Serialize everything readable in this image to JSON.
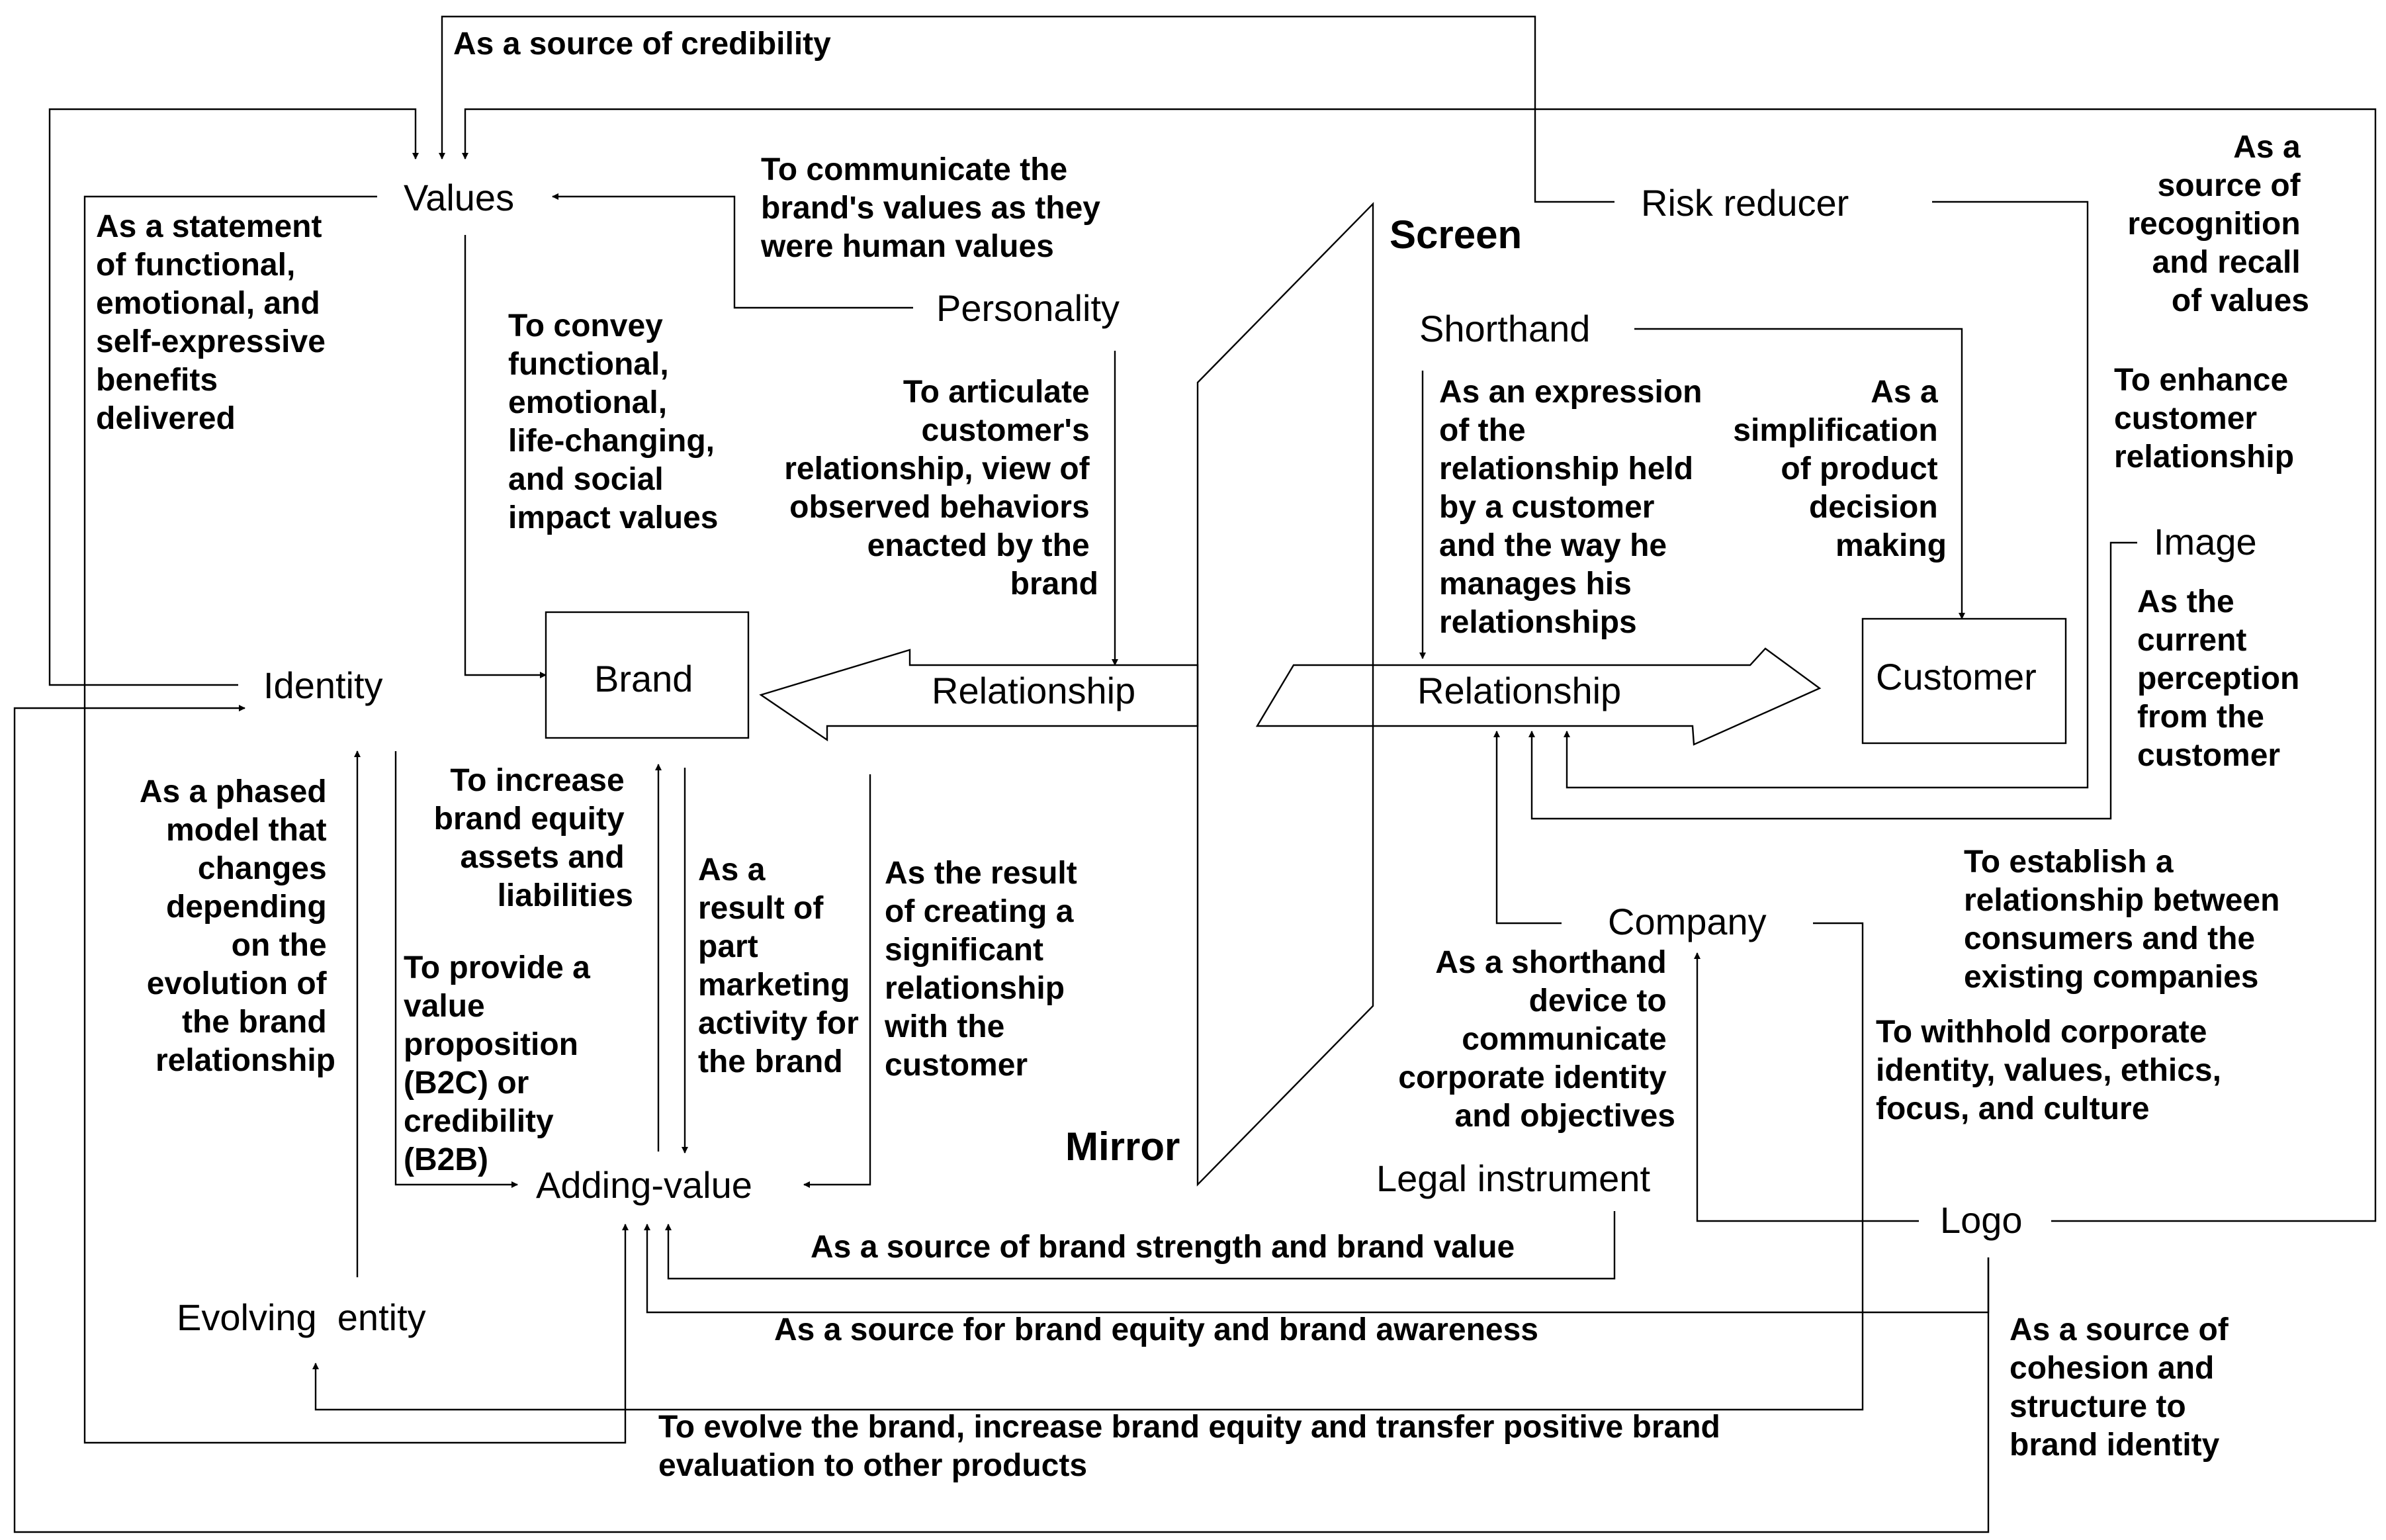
{
  "nodes": {
    "values": "Values",
    "personality": "Personality",
    "risk_reducer": "Risk reducer",
    "shorthand": "Shorthand",
    "image": "Image",
    "identity": "Identity",
    "brand": "Brand",
    "relationship_left": "Relationship",
    "relationship_right": "Relationship",
    "customer": "Customer",
    "company": "Company",
    "legal_instrument": "Legal instrument",
    "logo": "Logo",
    "adding_value": "Adding-value",
    "evolving_entity": "Evolving  entity"
  },
  "sections": {
    "screen": "Screen",
    "mirror": "Mirror"
  },
  "labels": {
    "credibility": "As a source of credibility",
    "communicate_values": [
      "To communicate the",
      "brand's values as they",
      "were human values"
    ],
    "statement": [
      "As a statement",
      "of functional,",
      "emotional, and",
      "self-expressive",
      "benefits",
      "delivered"
    ],
    "convey": [
      "To convey",
      "functional,",
      "emotional,",
      "life-changing,",
      "and social",
      "impact values"
    ],
    "articulate": [
      "To articulate",
      "customer's",
      "relationship, view of",
      "observed behaviors",
      "enacted by the",
      "brand"
    ],
    "expression": [
      "As an expression",
      "of the",
      "relationship held",
      "by a customer",
      "and the way he",
      "manages his",
      "relationships"
    ],
    "simplification": [
      "As a",
      "simplification",
      "of product",
      "decision",
      "making"
    ],
    "recognition": [
      "As a",
      "source of",
      "recognition",
      "and recall",
      "of values"
    ],
    "enhance": [
      "To enhance",
      "customer",
      "relationship"
    ],
    "perception": [
      "As the",
      "current",
      "perception",
      "from the",
      "customer"
    ],
    "phased": [
      "As a phased",
      "model that",
      "changes",
      "depending",
      "on the",
      "evolution of",
      "the brand",
      "relationship"
    ],
    "increase": [
      "To increase",
      "brand equity",
      "assets and",
      "liabilities"
    ],
    "provide": [
      "To provide a",
      "value",
      "proposition",
      "(B2C) or",
      "credibility",
      "(B2B)"
    ],
    "part_marketing": [
      "As a",
      "result of",
      "part",
      "marketing",
      "activity for",
      "the brand"
    ],
    "creating_relationship": [
      "As the result",
      "of creating a",
      "significant",
      "relationship",
      "with the",
      "customer"
    ],
    "shorthand_device": [
      "As a shorthand",
      "device to",
      "communicate",
      "corporate identity",
      "and objectives"
    ],
    "establish": [
      "To establish a",
      "relationship between",
      "consumers and the",
      "existing companies"
    ],
    "withhold": [
      "To withhold corporate",
      "identity, values, ethics,",
      "focus, and culture"
    ],
    "strength": "As a source of brand strength and brand value",
    "equity_awareness": "As a source for brand equity and brand awareness",
    "evolve": [
      "To evolve the brand, increase brand equity and transfer positive brand",
      "evaluation to other products"
    ],
    "cohesion": [
      "As a source of",
      "cohesion and",
      "structure to",
      "brand identity"
    ]
  }
}
